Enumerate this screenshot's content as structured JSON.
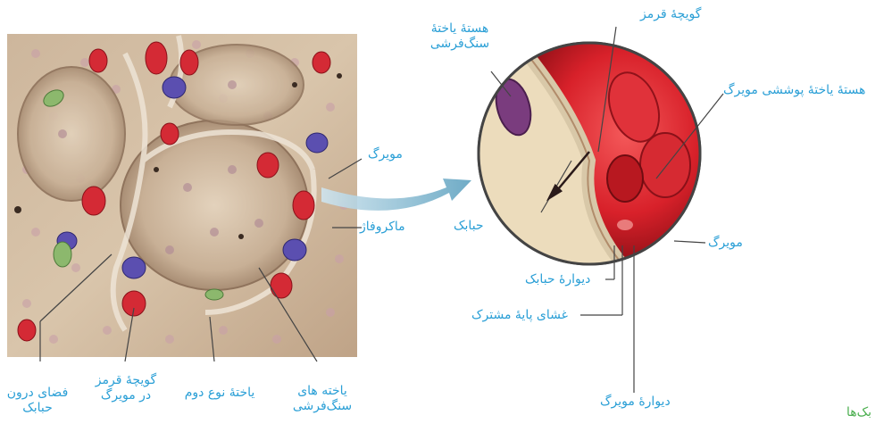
{
  "labels": {
    "capillary": "مویرگ",
    "macrophage": "ماکروفاژ",
    "alveolar_space_1": "فضای درون",
    "alveolar_space_2": "حبابک",
    "rbc_in_capillary_1": "گویچهٔ قرمز",
    "rbc_in_capillary_2": "در مویرگ",
    "type2_cell": "یاختهٔ نوع دوم",
    "squamous_cells_1": "یاخته های",
    "squamous_cells_2": "سنگ‌فرشی",
    "squamous_nucleus_1": "هستهٔ یاختهٔ",
    "squamous_nucleus_2": "سنگ‌فرشی",
    "red_blood_cell": "گویچهٔ قرمز",
    "endothelial_nucleus": "هستهٔ یاختهٔ پوششی مویرگ",
    "alveolus": "حبابک",
    "capillary_right": "مویرگ",
    "alveolar_wall": "دیوارهٔ حبابک",
    "basement_membrane": "غشای پایهٔ مشترک",
    "capillary_wall": "دیوارهٔ مویرگ",
    "cut_text": "بک‌ها"
  },
  "colors": {
    "label_blue": "#2a9fd6",
    "cut_green": "#4caf50"
  }
}
